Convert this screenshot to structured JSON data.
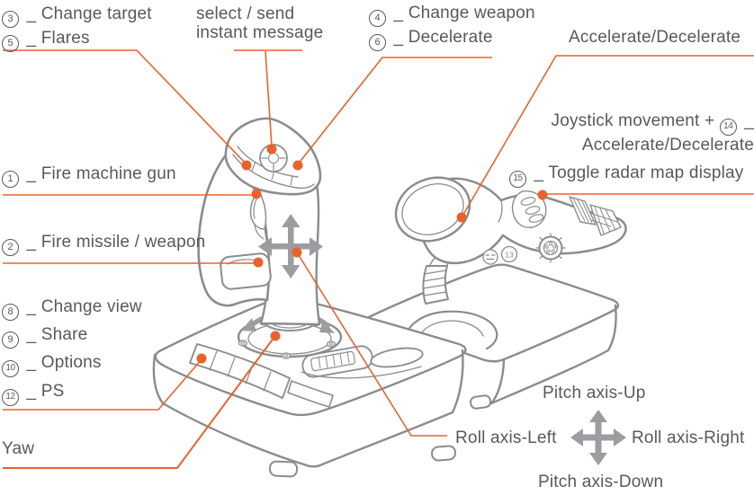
{
  "colors": {
    "accent_orange": "#E8632C",
    "label_text": "#58595B",
    "outline_gray": "#8A8C8E",
    "arrow_gray": "#9B9DA0"
  },
  "callouts": {
    "change_target": {
      "num": "3",
      "label": "_ Change target"
    },
    "flares": {
      "num": "5",
      "label": "_ Flares"
    },
    "select_send": {
      "line1": "select / send",
      "line2": "instant message"
    },
    "change_weapon": {
      "num": "4",
      "label": "_ Change weapon"
    },
    "decelerate": {
      "num": "6",
      "label": "_ Decelerate"
    },
    "accelerate_decelerate": "Accelerate/Decelerate",
    "joystick_movement": {
      "pre": "Joystick movement +",
      "num": "14",
      "post": "_",
      "line2": "Accelerate/Decelerate"
    },
    "toggle_radar": {
      "num": "15",
      "label": "_ Toggle radar map display"
    },
    "fire_machine_gun": {
      "num": "1",
      "label": "_ Fire machine gun"
    },
    "fire_missile": {
      "num": "2",
      "label": "_ Fire missile / weapon"
    },
    "change_view": {
      "num": "8",
      "label": "_ Change view"
    },
    "share": {
      "num": "9",
      "label": "_ Share"
    },
    "options": {
      "num": "10",
      "label": "_ Options"
    },
    "ps": {
      "num": "12",
      "label": "_ PS"
    },
    "yaw": "Yaw"
  },
  "axis_legend": {
    "pitch_up": "Pitch axis-Up",
    "roll_left": "Roll axis-Left",
    "roll_right": "Roll axis-Right",
    "pitch_down": "Pitch axis-Down"
  },
  "device_marks": {
    "throttle_button_13": "13"
  }
}
